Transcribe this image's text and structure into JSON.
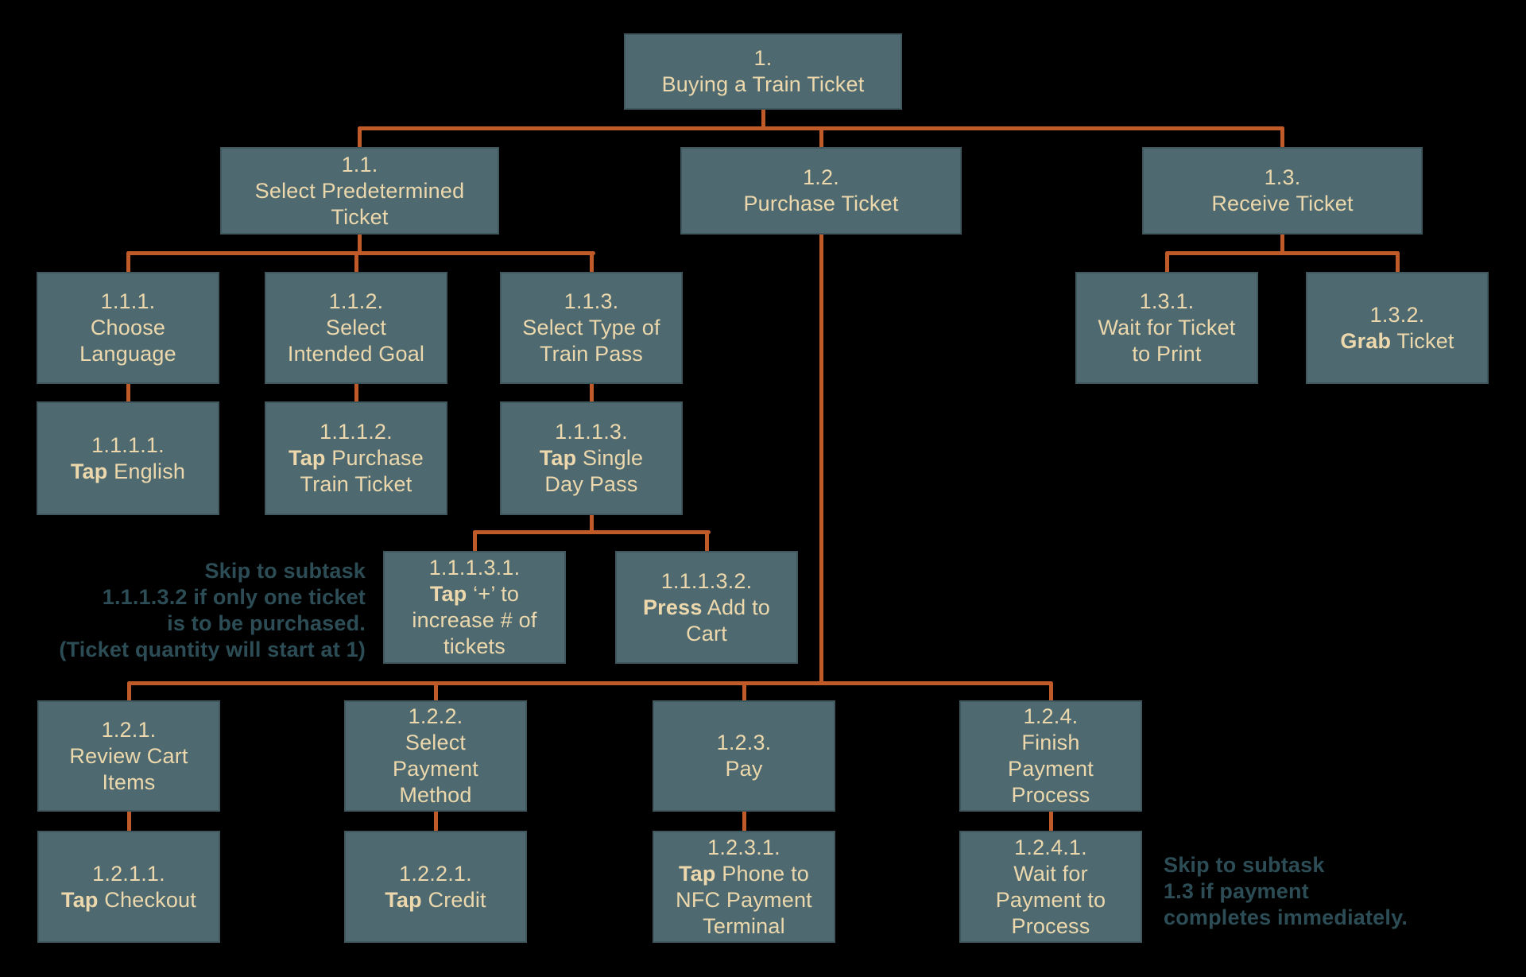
{
  "colors": {
    "background": "#000000",
    "box_fill": "#4e6a70",
    "box_border": "#3f575d",
    "box_text": "#ecd8ac",
    "connector": "#c05a29",
    "note_text": "#2d4d56"
  },
  "diagram_type": "hierarchical-task-analysis-tree",
  "nodes": {
    "n1": {
      "num": "1.",
      "label_lines": [
        [
          {
            "t": "Buying a Train Ticket",
            "b": false
          }
        ]
      ]
    },
    "n1_1": {
      "num": "1.1.",
      "label_lines": [
        [
          {
            "t": "Select Predetermined",
            "b": false
          }
        ],
        [
          {
            "t": "Ticket",
            "b": false
          }
        ]
      ]
    },
    "n1_2": {
      "num": "1.2.",
      "label_lines": [
        [
          {
            "t": "Purchase Ticket",
            "b": false
          }
        ]
      ]
    },
    "n1_3": {
      "num": "1.3.",
      "label_lines": [
        [
          {
            "t": "Receive Ticket",
            "b": false
          }
        ]
      ]
    },
    "n1_1_1": {
      "num": "1.1.1.",
      "label_lines": [
        [
          {
            "t": "Choose",
            "b": false
          }
        ],
        [
          {
            "t": "Language",
            "b": false
          }
        ]
      ]
    },
    "n1_1_2": {
      "num": "1.1.2.",
      "label_lines": [
        [
          {
            "t": "Select",
            "b": false
          }
        ],
        [
          {
            "t": "Intended Goal",
            "b": false
          }
        ]
      ]
    },
    "n1_1_3": {
      "num": "1.1.3.",
      "label_lines": [
        [
          {
            "t": "Select Type of",
            "b": false
          }
        ],
        [
          {
            "t": "Train Pass",
            "b": false
          }
        ]
      ]
    },
    "n1_1_1_1": {
      "num": "1.1.1.1.",
      "label_lines": [
        [
          {
            "t": "Tap",
            "b": true
          },
          {
            "t": " English",
            "b": false
          }
        ]
      ]
    },
    "n1_1_1_2": {
      "num": "1.1.1.2.",
      "label_lines": [
        [
          {
            "t": "Tap",
            "b": true
          },
          {
            "t": " Purchase",
            "b": false
          }
        ],
        [
          {
            "t": "Train Ticket",
            "b": false
          }
        ]
      ]
    },
    "n1_1_1_3": {
      "num": "1.1.1.3.",
      "label_lines": [
        [
          {
            "t": "Tap",
            "b": true
          },
          {
            "t": " Single",
            "b": false
          }
        ],
        [
          {
            "t": "Day Pass",
            "b": false
          }
        ]
      ]
    },
    "n1_1_1_3_1": {
      "num": "1.1.1.3.1.",
      "label_lines": [
        [
          {
            "t": "Tap",
            "b": true
          },
          {
            "t": " ‘+’ to",
            "b": false
          }
        ],
        [
          {
            "t": "increase # of",
            "b": false
          }
        ],
        [
          {
            "t": "tickets",
            "b": false
          }
        ]
      ]
    },
    "n1_1_1_3_2": {
      "num": "1.1.1.3.2.",
      "label_lines": [
        [
          {
            "t": "Press",
            "b": true
          },
          {
            "t": " Add to",
            "b": false
          }
        ],
        [
          {
            "t": "Cart",
            "b": false
          }
        ]
      ]
    },
    "n1_2_1": {
      "num": "1.2.1.",
      "label_lines": [
        [
          {
            "t": "Review Cart",
            "b": false
          }
        ],
        [
          {
            "t": "Items",
            "b": false
          }
        ]
      ]
    },
    "n1_2_2": {
      "num": "1.2.2.",
      "label_lines": [
        [
          {
            "t": "Select",
            "b": false
          }
        ],
        [
          {
            "t": "Payment",
            "b": false
          }
        ],
        [
          {
            "t": "Method",
            "b": false
          }
        ]
      ]
    },
    "n1_2_3": {
      "num": "1.2.3.",
      "label_lines": [
        [
          {
            "t": "Pay",
            "b": false
          }
        ]
      ]
    },
    "n1_2_4": {
      "num": "1.2.4.",
      "label_lines": [
        [
          {
            "t": "Finish",
            "b": false
          }
        ],
        [
          {
            "t": "Payment",
            "b": false
          }
        ],
        [
          {
            "t": "Process",
            "b": false
          }
        ]
      ]
    },
    "n1_2_1_1": {
      "num": "1.2.1.1.",
      "label_lines": [
        [
          {
            "t": "Tap",
            "b": true
          },
          {
            "t": " Checkout",
            "b": false
          }
        ]
      ]
    },
    "n1_2_2_1": {
      "num": "1.2.2.1.",
      "label_lines": [
        [
          {
            "t": "Tap",
            "b": true
          },
          {
            "t": " Credit",
            "b": false
          }
        ]
      ]
    },
    "n1_2_3_1": {
      "num": "1.2.3.1.",
      "label_lines": [
        [
          {
            "t": "Tap",
            "b": true
          },
          {
            "t": " Phone to",
            "b": false
          }
        ],
        [
          {
            "t": "NFC Payment",
            "b": false
          }
        ],
        [
          {
            "t": "Terminal",
            "b": false
          }
        ]
      ]
    },
    "n1_2_4_1": {
      "num": "1.2.4.1.",
      "label_lines": [
        [
          {
            "t": "Wait for",
            "b": false
          }
        ],
        [
          {
            "t": "Payment to",
            "b": false
          }
        ],
        [
          {
            "t": "Process",
            "b": false
          }
        ]
      ]
    },
    "n1_3_1": {
      "num": "1.3.1.",
      "label_lines": [
        [
          {
            "t": "Wait for Ticket",
            "b": false
          }
        ],
        [
          {
            "t": "to Print",
            "b": false
          }
        ]
      ]
    },
    "n1_3_2": {
      "num": "1.3.2.",
      "label_lines": [
        [
          {
            "t": "Grab",
            "b": true
          },
          {
            "t": " Ticket",
            "b": false
          }
        ]
      ]
    }
  },
  "notes": {
    "skip_one_ticket": {
      "lines": [
        [
          {
            "t": "Skip to subtask",
            "b": false
          }
        ],
        [
          {
            "t": "1.1.1.3.2",
            "b": true
          },
          {
            "t": " if only ",
            "b": false
          },
          {
            "t": "one",
            "b": true
          },
          {
            "t": " ticket",
            "b": false
          }
        ],
        [
          {
            "t": "is to be purchased.",
            "b": false
          }
        ],
        [
          {
            "t": "(Ticket quantity will start at 1)",
            "b": false
          }
        ]
      ]
    },
    "skip_payment": {
      "lines": [
        [
          {
            "t": "Skip to subtask",
            "b": false
          }
        ],
        [
          {
            "t": "1.3",
            "b": true
          },
          {
            "t": " if payment",
            "b": false
          }
        ],
        [
          {
            "t": "completes immediately.",
            "b": false
          }
        ]
      ]
    }
  }
}
